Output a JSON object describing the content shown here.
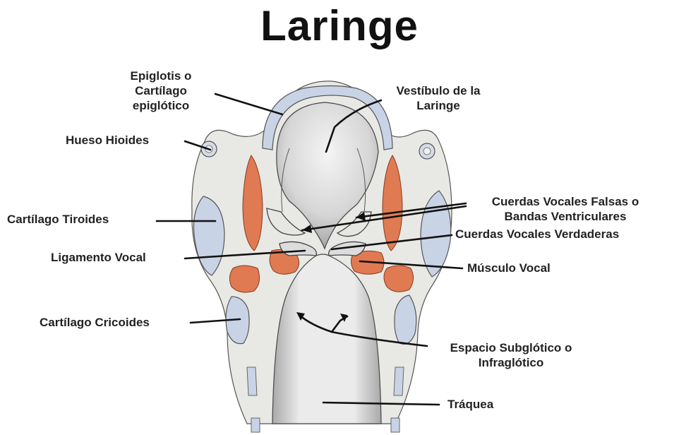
{
  "title": "Laringe",
  "labels": {
    "epiglotis": [
      "Epiglotis o",
      "Cartílago",
      "epiglótico"
    ],
    "vestibulo": [
      "Vestíbulo de la",
      "Laringe"
    ],
    "hioides": "Hueso Hioides",
    "tiroides": "Cartílago Tiroides",
    "falsas": [
      "Cuerdas Vocales Falsas o",
      "Bandas Ventriculares"
    ],
    "verdaderas": "Cuerdas Vocales Verdaderas",
    "ligamento": "Ligamento Vocal",
    "musculo": "Músculo Vocal",
    "cricoides": "Cartílago Cricoides",
    "subglotico": [
      "Espacio Subglótico o",
      "Infraglótico"
    ],
    "traquea": "Tráquea"
  },
  "colors": {
    "outline": "#3c3c3c",
    "tissue": "#e6e7e3",
    "cavity": "#cfcfcf",
    "cartilage": "#c9d3e6",
    "muscle": "#e07a52",
    "pointer": "#111111"
  }
}
